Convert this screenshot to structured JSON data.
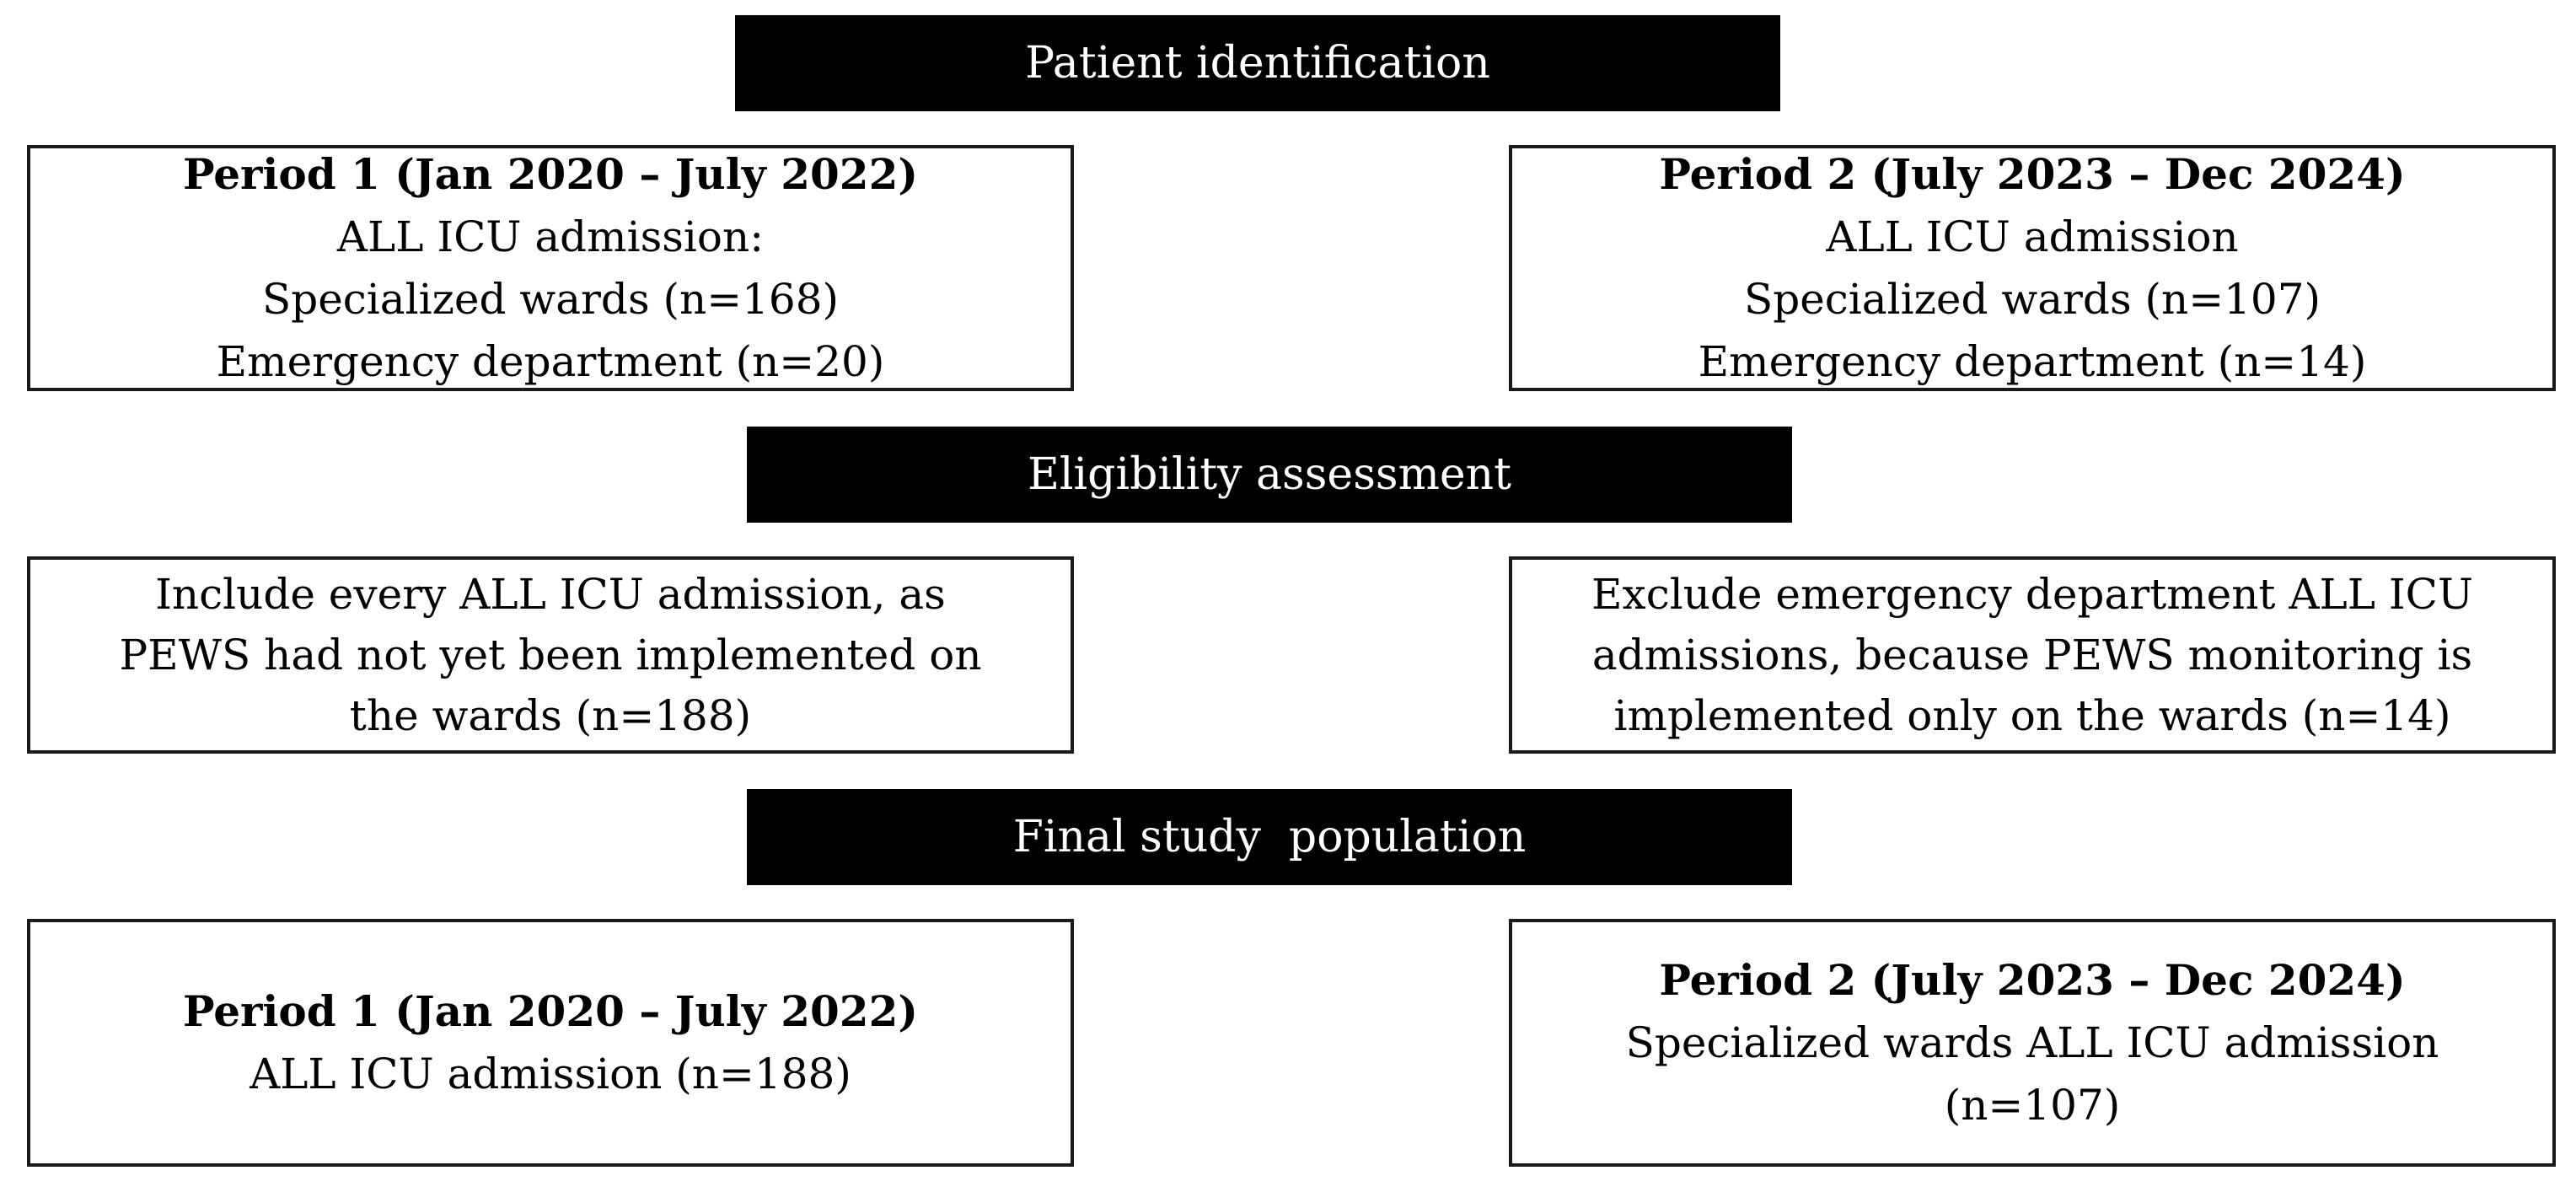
{
  "banners": {
    "patient_identification": "Patient identification",
    "eligibility_assessment": "Eligibility assessment",
    "final_study_population": "Final study  population"
  },
  "identification": {
    "period1": {
      "title": "Period 1 (Jan 2020 – July 2022)",
      "lines": [
        "ALL ICU admission:",
        "Specialized wards (n=168)",
        "Emergency department (n=20)"
      ]
    },
    "period2": {
      "title": "Period 2 (July 2023 – Dec 2024)",
      "lines": [
        "ALL ICU admission",
        "Specialized wards (n=107)",
        "Emergency department (n=14)"
      ]
    }
  },
  "eligibility": {
    "include": [
      "Include every ALL ICU admission, as",
      "PEWS had not yet been implemented on",
      "the wards (n=188)"
    ],
    "exclude": [
      "Exclude emergency department ALL ICU",
      "admissions, because PEWS monitoring is",
      "implemented only on the wards (n=14)"
    ]
  },
  "final": {
    "period1": {
      "title": "Period 1 (Jan 2020 – July 2022)",
      "lines": [
        "ALL ICU admission (n=188)"
      ]
    },
    "period2": {
      "title": "Period 2 (July 2023 – Dec 2024)",
      "lines": [
        "Specialized wards ALL ICU admission",
        "(n=107)"
      ]
    }
  },
  "colors": {
    "banner_bg": "#000000",
    "banner_text": "#ffffff",
    "box_border": "#1a1a1a"
  }
}
